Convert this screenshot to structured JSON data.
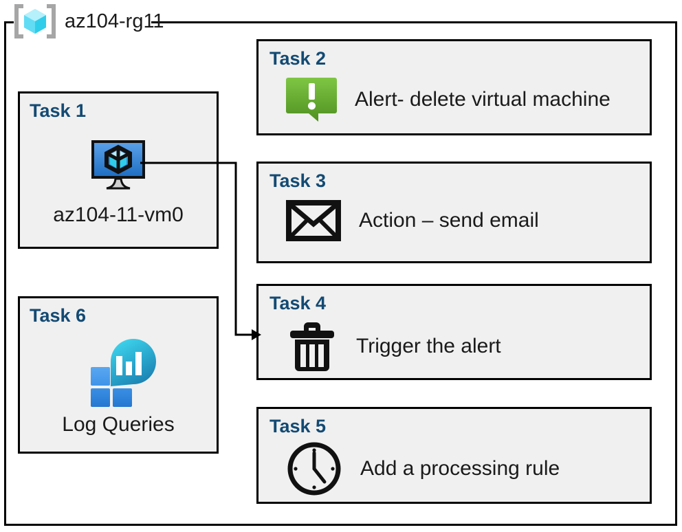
{
  "resource_group": {
    "icon": "resource-group-cube-icon",
    "name": "az104-rg11"
  },
  "colors": {
    "card_background": "#f0f0f0",
    "card_border": "#000000",
    "task_title": "#134a73",
    "label_text": "#1a1a1a",
    "alert_green_light": "#7cbf3f",
    "alert_green_dark": "#559b21",
    "vm_screen_blue_light": "#5aa0e8",
    "vm_screen_blue_dark": "#1f6fc4",
    "log_tile_blue": "#2f82d8",
    "log_tile_blue_light": "#4f9ff0",
    "log_teardrop_cyan": "#31cbe8",
    "log_teardrop_teal": "#1a7fb0",
    "rg_cube_cyan": "#3fd5f0",
    "rg_bracket_gray": "#a6a6a6"
  },
  "tasks": [
    {
      "id": "task-1",
      "title": "Task 1",
      "label": "az104-11-vm0",
      "icon": "virtual-machine-icon",
      "layout": "vertical"
    },
    {
      "id": "task-2",
      "title": "Task 2",
      "label": "Alert- delete virtual machine",
      "icon": "alert-exclamation-icon",
      "layout": "horizontal"
    },
    {
      "id": "task-3",
      "title": "Task 3",
      "label": "Action – send email",
      "icon": "envelope-icon",
      "layout": "horizontal"
    },
    {
      "id": "task-4",
      "title": "Task 4",
      "label": "Trigger the alert",
      "icon": "trash-can-icon",
      "layout": "horizontal"
    },
    {
      "id": "task-5",
      "title": "Task 5",
      "label": "Add a processing rule",
      "icon": "clock-icon",
      "layout": "horizontal"
    },
    {
      "id": "task-6",
      "title": "Task 6",
      "label": "Log Queries",
      "icon": "log-analytics-icon",
      "layout": "vertical"
    }
  ],
  "connector": {
    "name": "vm-to-trigger-connector",
    "from": "task-1",
    "to": "task-4",
    "arrowhead": "right"
  }
}
